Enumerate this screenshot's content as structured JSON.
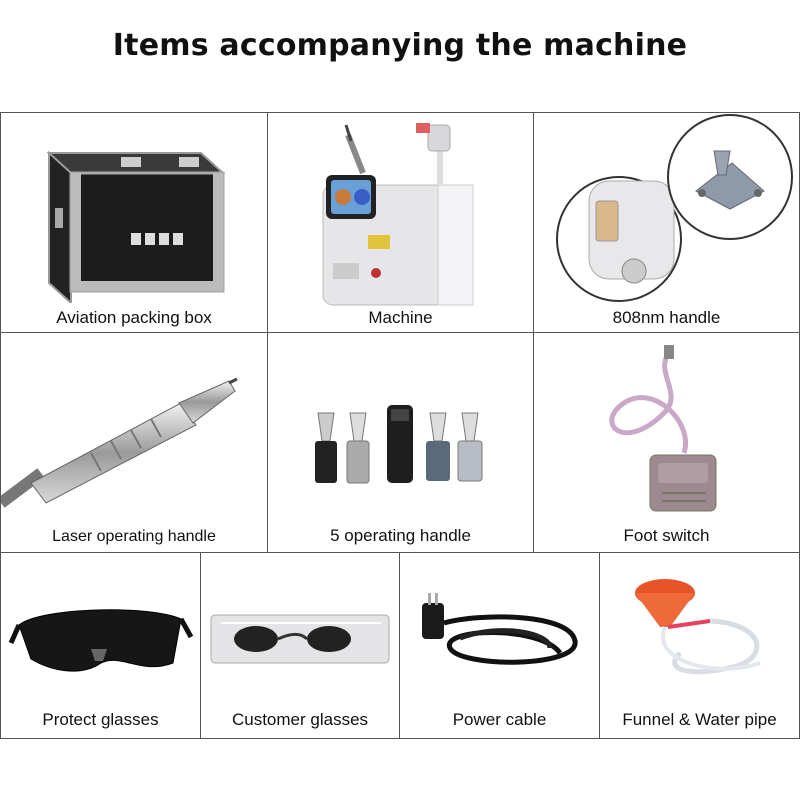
{
  "title": "Items accompanying the machine",
  "items": [
    {
      "label": "Aviation packing box",
      "icon": "aviation-box-icon"
    },
    {
      "label": "Machine",
      "icon": "laser-machine-icon"
    },
    {
      "label": "808nm handle",
      "icon": "808nm-handle-icon"
    },
    {
      "label": "Laser operating handle",
      "icon": "laser-handle-icon"
    },
    {
      "label": "5 operating handle",
      "icon": "operating-tips-icon"
    },
    {
      "label": "Foot switch",
      "icon": "foot-switch-icon"
    },
    {
      "label": "Protect glasses",
      "icon": "protect-glasses-icon"
    },
    {
      "label": "Customer glasses",
      "icon": "customer-glasses-icon"
    },
    {
      "label": "Power cable",
      "icon": "power-cable-icon"
    },
    {
      "label": "Funnel & Water pipe",
      "icon": "funnel-pipe-icon"
    }
  ]
}
